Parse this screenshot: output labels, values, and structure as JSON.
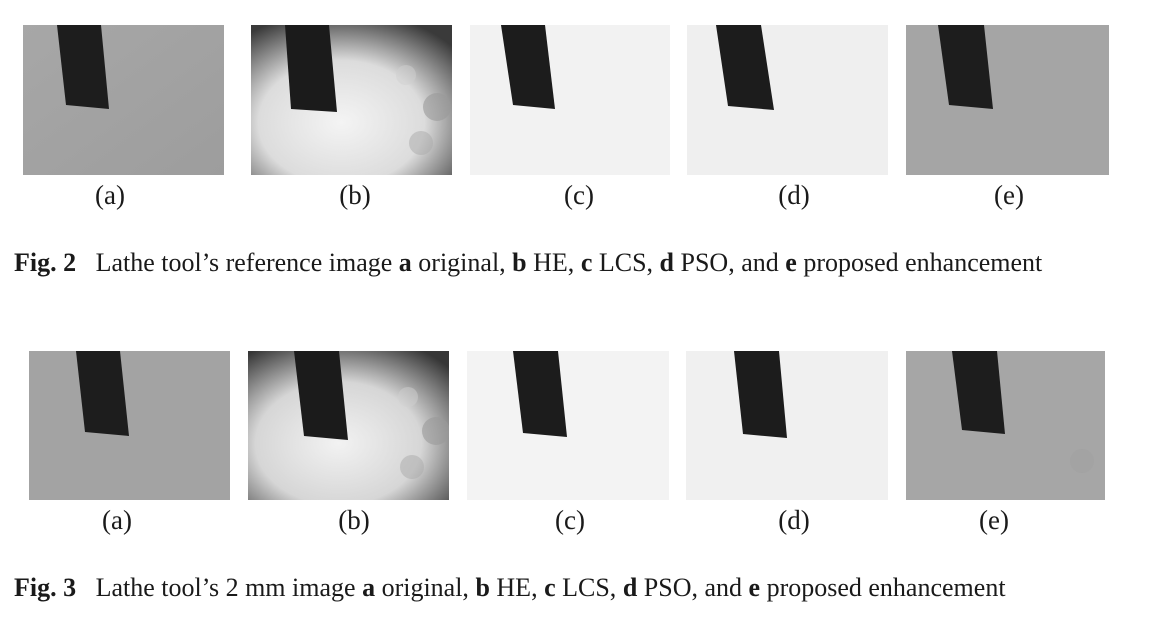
{
  "figures": [
    {
      "id": "fig2",
      "label": "Fig. 2",
      "caption": {
        "lead": "Lathe tool’s reference image",
        "parts": [
          {
            "key": "a",
            "text": "original,"
          },
          {
            "key": "b",
            "text": "HE,"
          },
          {
            "key": "c",
            "text": "LCS,"
          },
          {
            "key": "d",
            "text": "PSO, and"
          },
          {
            "key": "e",
            "text": "proposed enhancement"
          }
        ]
      },
      "panels": [
        {
          "label": "(a)",
          "method": "original",
          "bg": "#a3a3a3"
        },
        {
          "label": "(b)",
          "method": "HE",
          "bg": "#d8d8d8"
        },
        {
          "label": "(c)",
          "method": "LCS",
          "bg": "#f2f2f2"
        },
        {
          "label": "(d)",
          "method": "PSO",
          "bg": "#f0f0f0"
        },
        {
          "label": "(e)",
          "method": "proposed",
          "bg": "#a5a5a5"
        }
      ]
    },
    {
      "id": "fig3",
      "label": "Fig. 3",
      "caption": {
        "lead": "Lathe tool’s 2 mm image",
        "parts": [
          {
            "key": "a",
            "text": "original,"
          },
          {
            "key": "b",
            "text": "HE,"
          },
          {
            "key": "c",
            "text": "LCS,"
          },
          {
            "key": "d",
            "text": "PSO, and"
          },
          {
            "key": "e",
            "text": "proposed enhancement"
          }
        ]
      },
      "panels": [
        {
          "label": "(a)",
          "method": "original",
          "bg": "#a3a3a3"
        },
        {
          "label": "(b)",
          "method": "HE",
          "bg": "#d8d8d8"
        },
        {
          "label": "(c)",
          "method": "LCS",
          "bg": "#f2f2f2"
        },
        {
          "label": "(d)",
          "method": "PSO",
          "bg": "#f0f0f0"
        },
        {
          "label": "(e)",
          "method": "proposed",
          "bg": "#a5a5a5"
        }
      ]
    }
  ],
  "colors": {
    "tool": "#1c1c1c",
    "text": "#1a1a1a"
  }
}
